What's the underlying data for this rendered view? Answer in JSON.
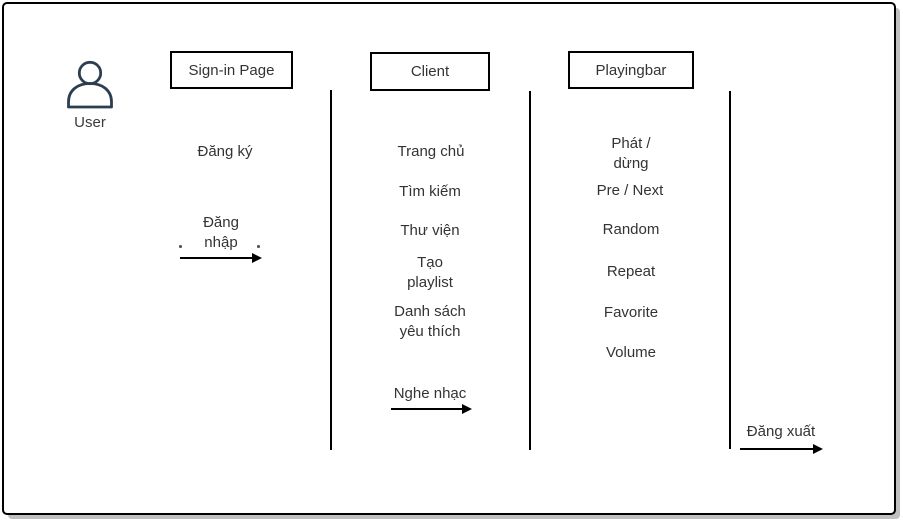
{
  "diagram": {
    "actor": {
      "label": "User"
    },
    "headers": [
      {
        "id": "signin",
        "label": "Sign-in Page"
      },
      {
        "id": "client",
        "label": "Client"
      },
      {
        "id": "playingbar",
        "label": "Playingbar"
      }
    ],
    "signin": {
      "register": "Đăng ký",
      "login": "Đăng\nnhập"
    },
    "client": {
      "home": "Trang chủ",
      "search": "Tìm kiếm",
      "library": "Thư viện",
      "create_playlist": "Tạo\nplaylist",
      "favorites_list": "Danh sách\nyêu thích",
      "listen_music": "Nghe nhạc"
    },
    "playingbar": {
      "play_pause": "Phát /\ndừng",
      "pre_next": "Pre / Next",
      "random": "Random",
      "repeat": "Repeat",
      "favorite": "Favorite",
      "volume": "Volume"
    },
    "logout": "Đăng xuất"
  },
  "colors": {
    "text": "#333333",
    "line": "#000000",
    "actor_icon": "#2c3e50",
    "frame_border": "#000000",
    "frame_shadow": "#c0c0c0",
    "background": "#ffffff"
  }
}
